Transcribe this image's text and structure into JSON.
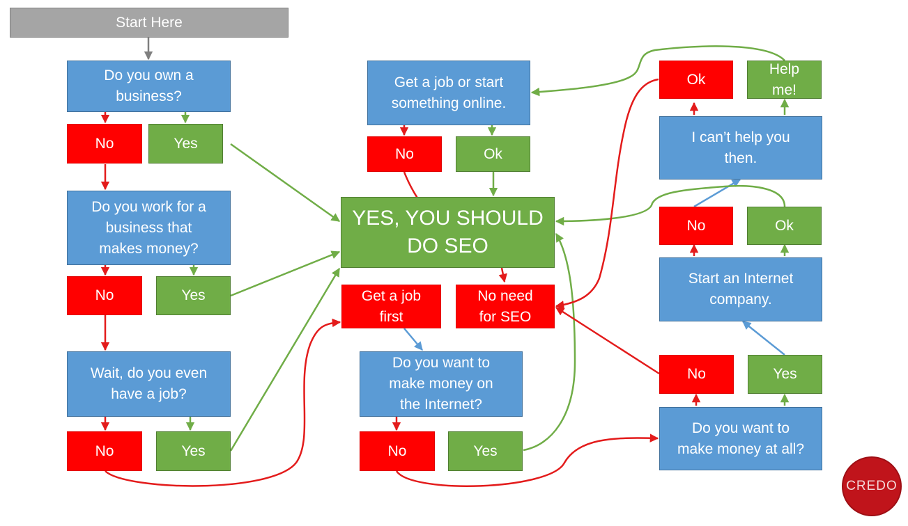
{
  "nodes": {
    "start": "Start Here",
    "own_business": "Do you own a\nbusiness?",
    "own_no": "No",
    "own_yes": "Yes",
    "work_business": "Do you work for a\nbusiness that\nmakes money?",
    "work_no": "No",
    "work_yes": "Yes",
    "have_job": "Wait, do you even\nhave a job?",
    "job_no": "No",
    "job_yes": "Yes",
    "get_job_online": "Get a job or start\nsomething online.",
    "online_no": "No",
    "online_ok": "Ok",
    "yes_seo": "YES, YOU SHOULD\nDO SEO",
    "get_job_first": "Get a job\nfirst",
    "no_need_seo": "No need\nfor SEO",
    "make_money_internet": "Do you want to\nmake money on\nthe Internet?",
    "internet_no": "No",
    "internet_yes": "Yes",
    "ok_top": "Ok",
    "help_me": "Help\nme!",
    "cant_help": "I can’t help you\nthen.",
    "start_no": "No",
    "start_ok": "Ok",
    "start_internet_co": "Start an Internet\ncompany.",
    "money_no": "No",
    "money_yes": "Yes",
    "make_money_all": "Do you want to\nmake money at all?"
  },
  "logo": "CREDO",
  "colors": {
    "question": "#5b9bd5",
    "no": "#ff0000",
    "yes": "#70ad47",
    "start": "#a5a5a5",
    "red_line": "#e31b1b",
    "green_line": "#70ad47",
    "blue_line": "#5b9bd5",
    "gray_line": "#7f7f7f"
  }
}
